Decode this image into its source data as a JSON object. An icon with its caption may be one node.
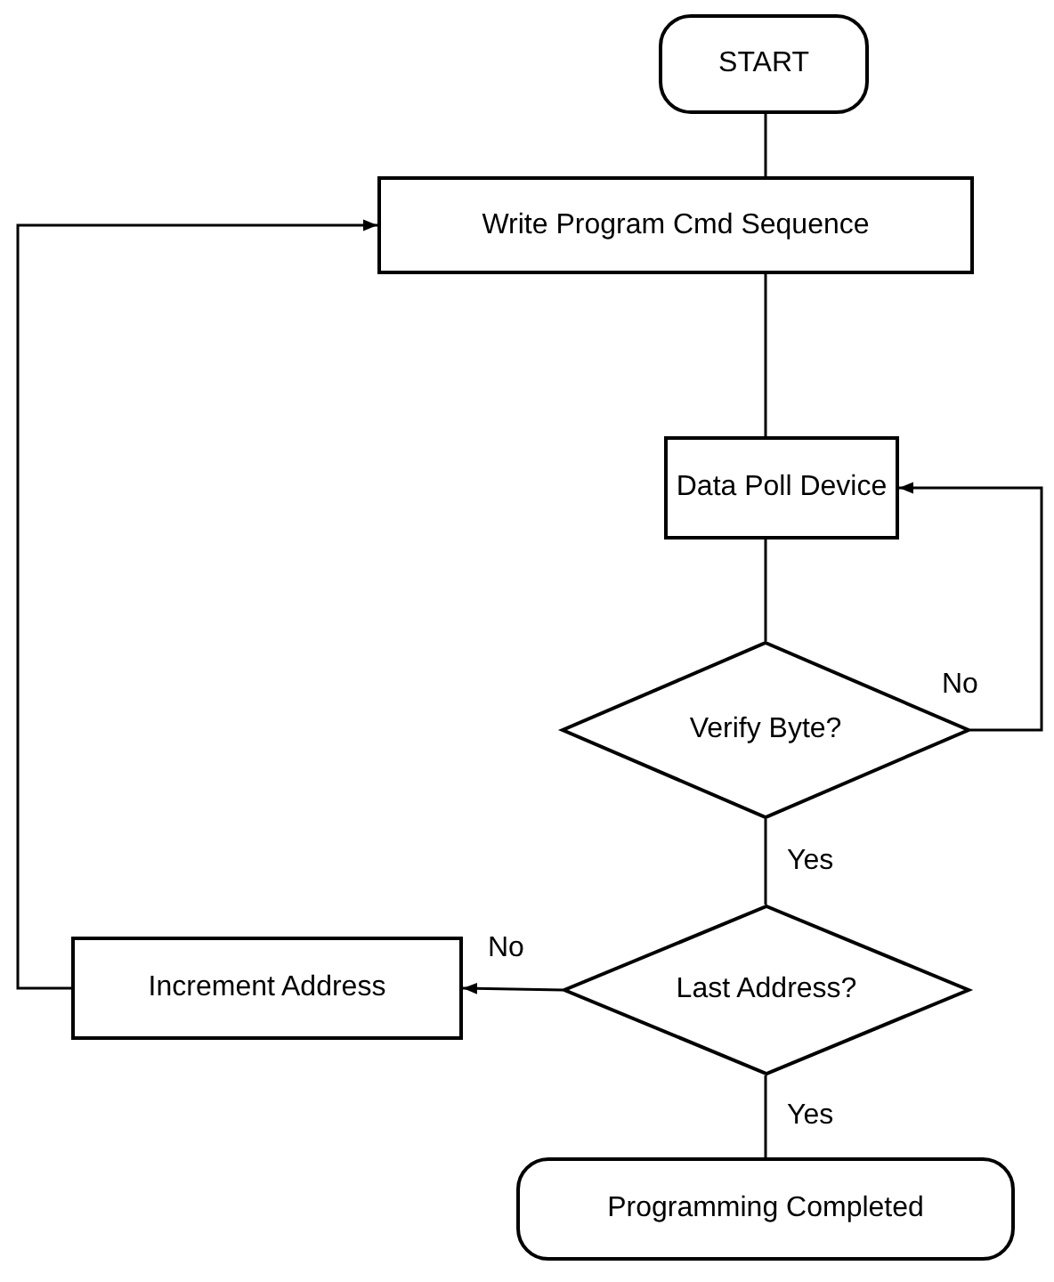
{
  "diagram": {
    "nodes": [
      {
        "text": [
          "START"
        ]
      },
      {
        "text": [
          "Write Program Cmd Sequence"
        ]
      },
      {
        "text": [
          "Data Poll Device"
        ]
      },
      {
        "text": [
          "Verify Byte?"
        ]
      },
      {
        "text": [
          "Increment Address"
        ]
      },
      {
        "text": [
          "Last Address?"
        ]
      },
      {
        "text": [
          "Programming Completed"
        ]
      }
    ],
    "edges": [
      {
        "from": 0,
        "to": 1,
        "arrow": "none"
      },
      {
        "from": 1,
        "to": 2,
        "arrow": "none"
      },
      {
        "from": 2,
        "to": 3,
        "arrow": "none"
      },
      {
        "from": 3,
        "to": 2,
        "arrow": "to",
        "label": "No"
      },
      {
        "from": 3,
        "to": 5,
        "arrow": "none",
        "label": "Yes"
      },
      {
        "from": 5,
        "to": 4,
        "arrow": "to",
        "label": "No"
      },
      {
        "from": 4,
        "to": 1,
        "arrow": "to"
      },
      {
        "from": 5,
        "to": 6,
        "arrow": "none",
        "label": "Yes"
      }
    ]
  }
}
